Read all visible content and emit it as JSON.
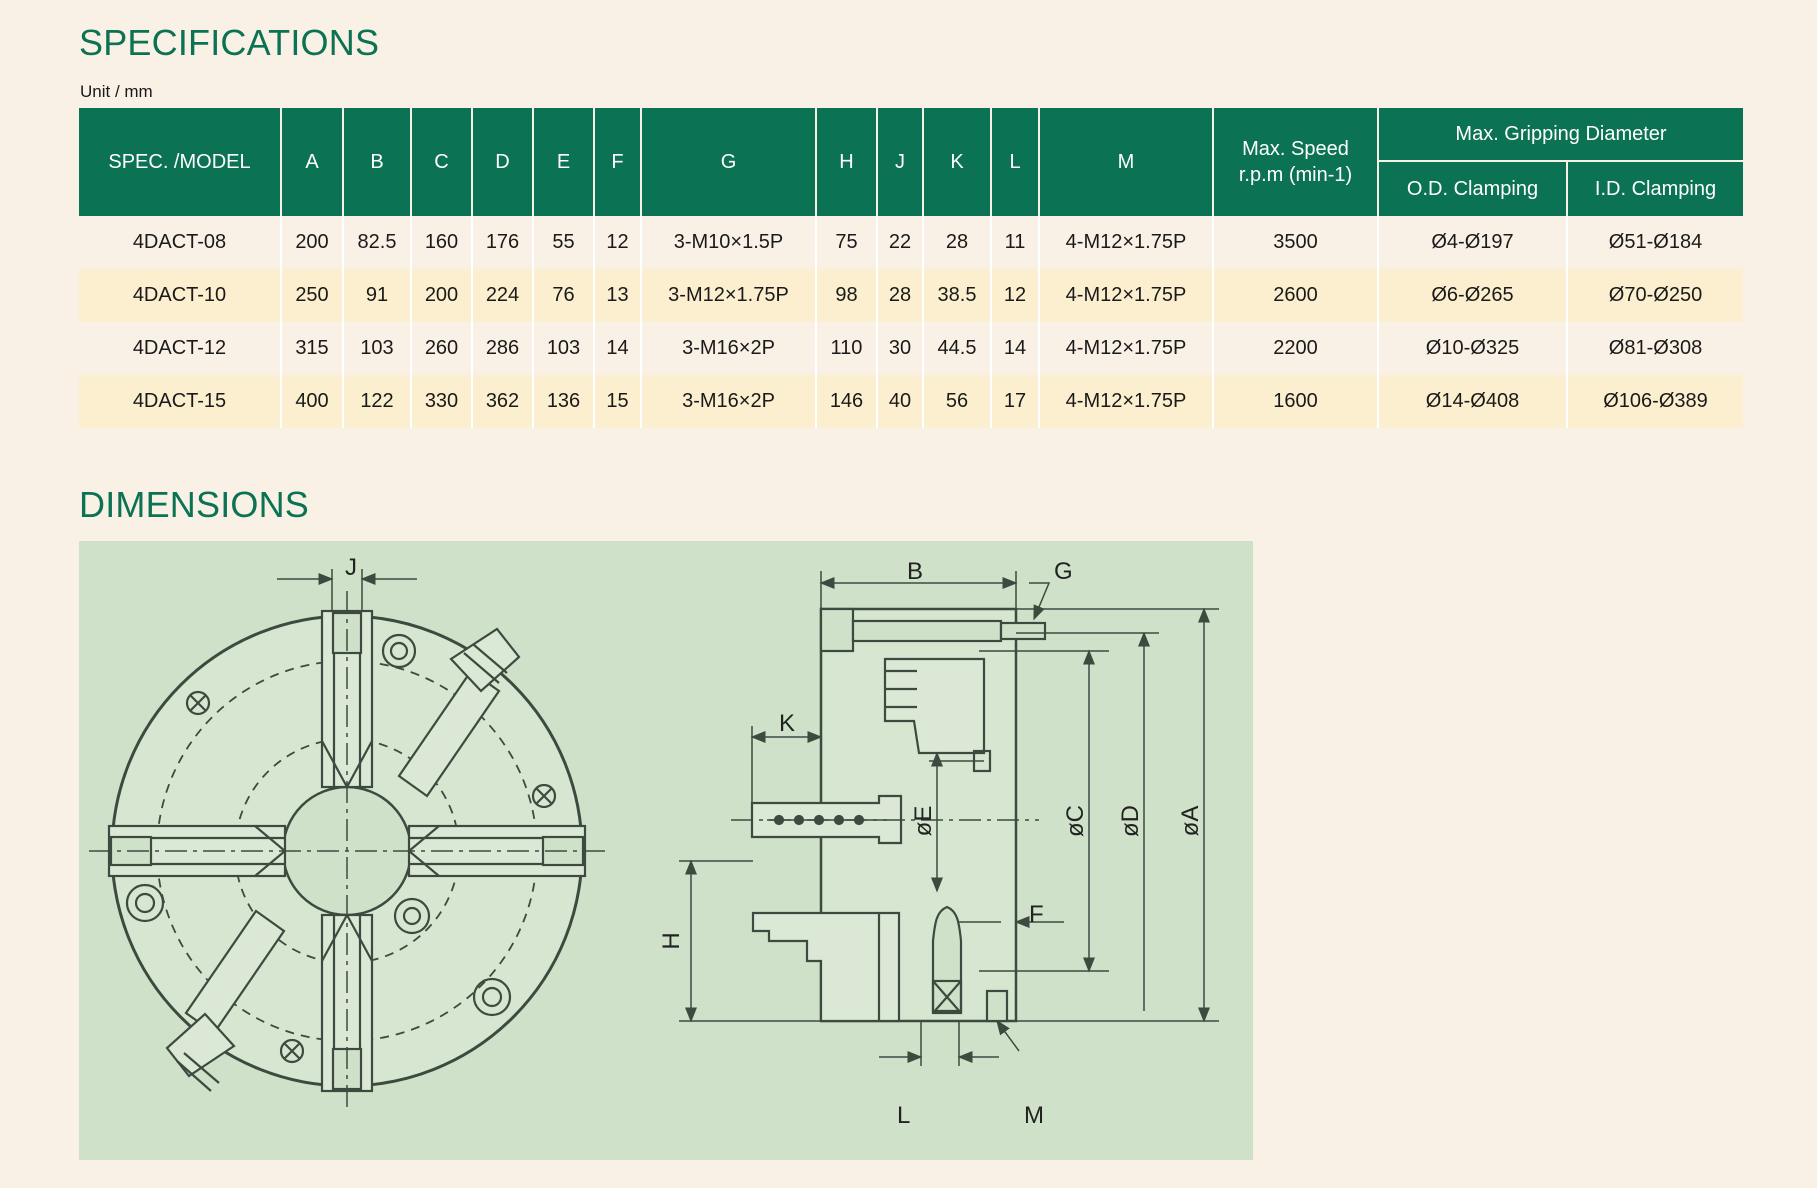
{
  "spec_title": "SPECIFICATIONS",
  "unit": "Unit / mm",
  "table": {
    "headers": {
      "model": "SPEC. /MODEL",
      "a": "A",
      "b": "B",
      "c": "C",
      "d": "D",
      "e": "E",
      "f": "F",
      "g": "G",
      "h": "H",
      "j": "J",
      "k": "K",
      "l": "L",
      "m": "M",
      "speed_line1": "Max. Speed",
      "speed_line2": "r.p.m (min-1)",
      "grip": "Max. Gripping Diameter",
      "od": "O.D. Clamping",
      "id": "I.D. Clamping"
    },
    "rows": [
      {
        "model": "4DACT-08",
        "a": "200",
        "b": "82.5",
        "c": "160",
        "d": "176",
        "e": "55",
        "f": "12",
        "g": "3-M10×1.5P",
        "h": "75",
        "j": "22",
        "k": "28",
        "l": "11",
        "m": "4-M12×1.75P",
        "speed": "3500",
        "od": "Ø4-Ø197",
        "id": "Ø51-Ø184"
      },
      {
        "model": "4DACT-10",
        "a": "250",
        "b": "91",
        "c": "200",
        "d": "224",
        "e": "76",
        "f": "13",
        "g": "3-M12×1.75P",
        "h": "98",
        "j": "28",
        "k": "38.5",
        "l": "12",
        "m": "4-M12×1.75P",
        "speed": "2600",
        "od": "Ø6-Ø265",
        "id": "Ø70-Ø250"
      },
      {
        "model": "4DACT-12",
        "a": "315",
        "b": "103",
        "c": "260",
        "d": "286",
        "e": "103",
        "f": "14",
        "g": "3-M16×2P",
        "h": "110",
        "j": "30",
        "k": "44.5",
        "l": "14",
        "m": "4-M12×1.75P",
        "speed": "2200",
        "od": "Ø10-Ø325",
        "id": "Ø81-Ø308"
      },
      {
        "model": "4DACT-15",
        "a": "400",
        "b": "122",
        "c": "330",
        "d": "362",
        "e": "136",
        "f": "15",
        "g": "3-M16×2P",
        "h": "146",
        "j": "40",
        "k": "56",
        "l": "17",
        "m": "4-M12×1.75P",
        "speed": "1600",
        "od": "Ø14-Ø408",
        "id": "Ø106-Ø389"
      }
    ]
  },
  "dim_title": "DIMENSIONS",
  "diagram": {
    "labels": {
      "j": "J",
      "b": "B",
      "g": "G",
      "k": "K",
      "e": "øE",
      "c": "øC",
      "d": "øD",
      "a": "øA",
      "f": "F",
      "h": "H",
      "l": "L",
      "m": "M"
    },
    "line_color": "#3d4a40",
    "panel_color": "#cfe2c9"
  }
}
